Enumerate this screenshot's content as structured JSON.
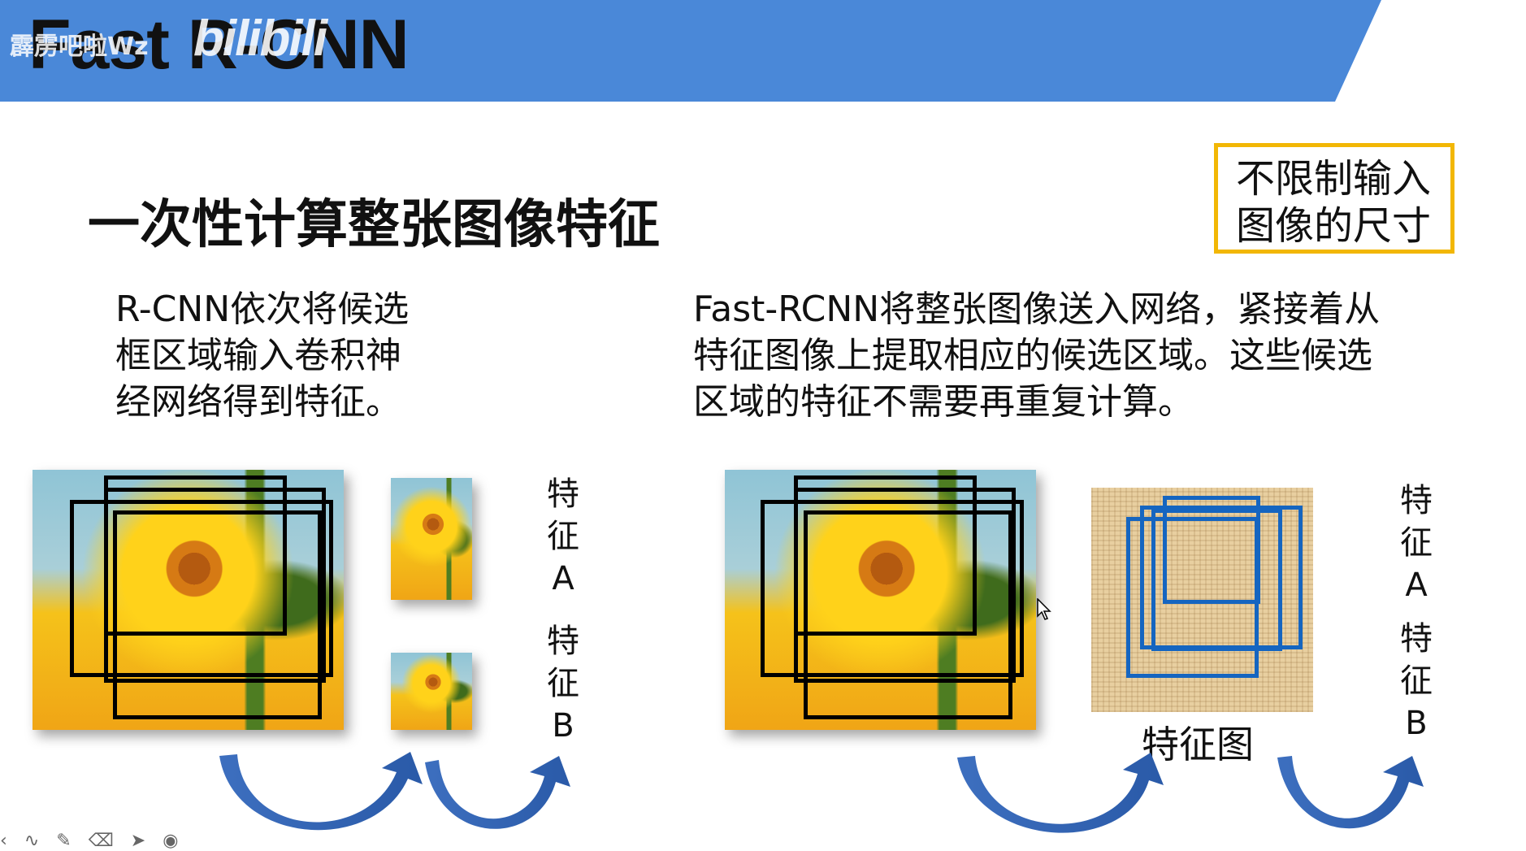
{
  "header": {
    "title": "Fast R-CNN",
    "watermark": "霹雳吧啦Wz",
    "logo": "bilibili",
    "banner_color": "#4a88d8"
  },
  "slide": {
    "subtitle": "一次性计算整张图像特征",
    "size_note": [
      "不限制输入",
      "图像的尺寸"
    ],
    "rcnn_description": [
      "R-CNN依次将候选",
      "框区域输入卷积神",
      "经网络得到特征。"
    ],
    "fast_description": [
      "Fast-RCNN将整张图像送入网络，紧接着从",
      "特征图像上提取相应的候选区域。这些候选",
      "区域的特征不需要再重复计算。"
    ],
    "feature_a": [
      "特",
      "征",
      "A"
    ],
    "feature_b": [
      "特",
      "征",
      "B"
    ],
    "feature_map_label": "特征图",
    "accent_color": "#f2b705",
    "arrow_color": "#2a5aa8",
    "roi_color": "#1565c0"
  },
  "toolbar": {
    "icons": [
      "arrow-left-icon",
      "pen-icon",
      "highlighter-icon",
      "eraser-icon",
      "pointer-icon",
      "laser-icon"
    ]
  }
}
